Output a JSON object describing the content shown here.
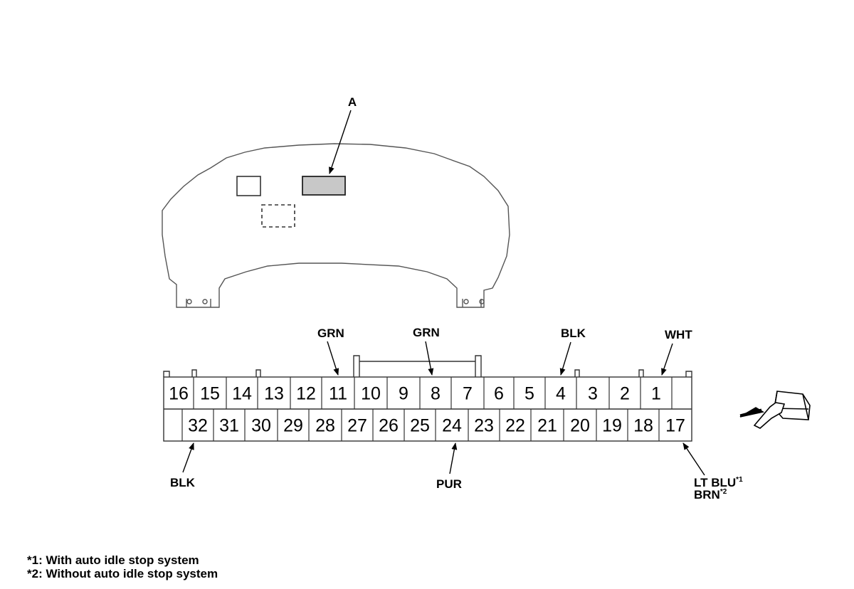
{
  "callout": "A",
  "connector": {
    "top_row": [
      "16",
      "15",
      "14",
      "13",
      "12",
      "11",
      "10",
      "9",
      "8",
      "7",
      "6",
      "5",
      "4",
      "3",
      "2",
      "1",
      ""
    ],
    "bottom_row": [
      "",
      "32",
      "31",
      "30",
      "29",
      "28",
      "27",
      "26",
      "25",
      "24",
      "23",
      "22",
      "21",
      "20",
      "19",
      "18",
      "17"
    ]
  },
  "wire_labels": {
    "pin11": "GRN",
    "pin8": "GRN",
    "pin4": "BLK",
    "pin1": "WHT",
    "pin32": "BLK",
    "pin24": "PUR",
    "pin17_a": "LT BLU",
    "pin17_a_mark": "*1",
    "pin17_b": "BRN",
    "pin17_b_mark": "*2"
  },
  "footnotes": [
    "*1: With auto idle stop system",
    "*2: Without auto idle stop system"
  ],
  "icons": [
    "gauge-cluster-outline",
    "connector-view-icon"
  ]
}
